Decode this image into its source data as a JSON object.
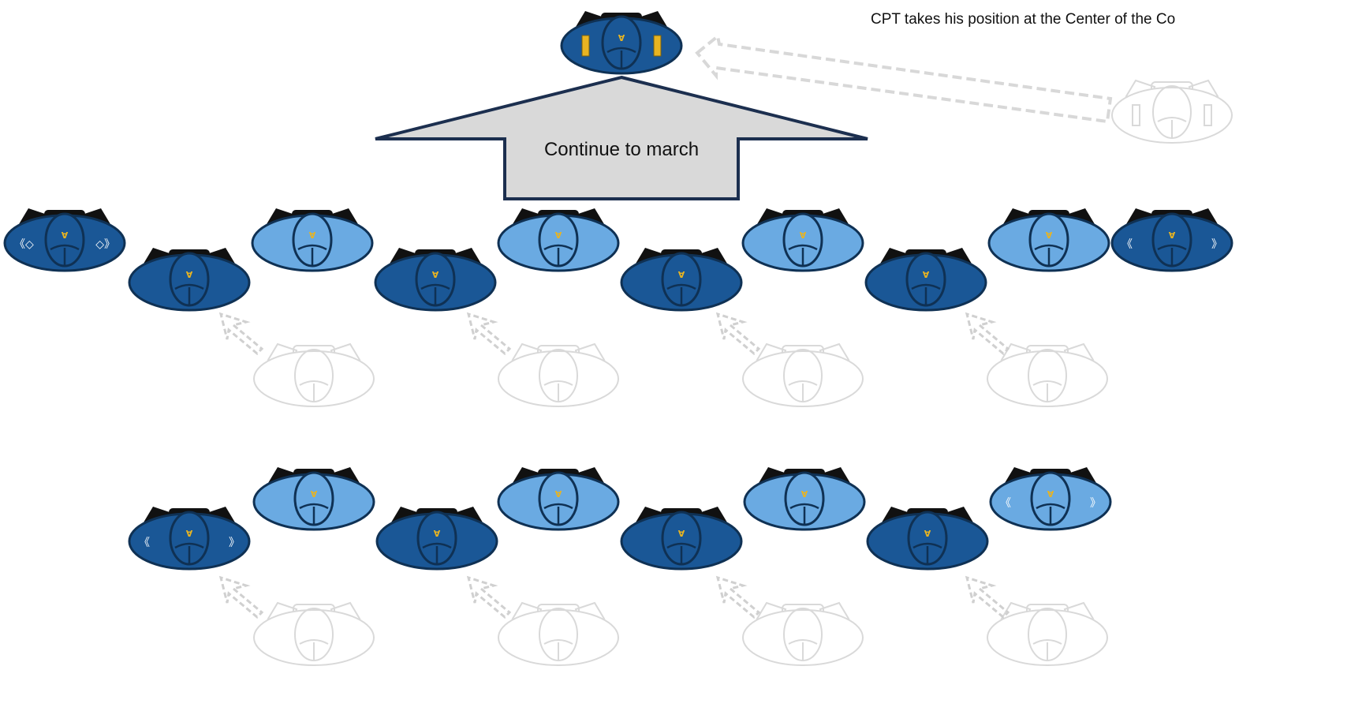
{
  "caption": "CPT takes his position at the Center of the Co",
  "main_arrow": {
    "label": "Continue to march",
    "direction": "up"
  },
  "colors": {
    "dark_blue": "#1a5796",
    "light_blue": "#6aaae2",
    "outline": "#0f3154",
    "shoulder_black": "#111111",
    "insignia_gold": "#e8b422",
    "ghost_outline": "#d9d9d9",
    "ghost_arrow": "#d0d0d0",
    "arrow_fill": "#d9d9d9",
    "arrow_stroke": "#1c2f4f"
  },
  "figures": {
    "captain": {
      "rank": "CPT",
      "fill": "dark",
      "bars": true
    },
    "captain_ghost": {
      "rank": "CPT",
      "bars": true
    },
    "row1": [
      {
        "fill": "dark",
        "insignia": "chevron-diamond",
        "role": "left guide"
      },
      {
        "fill": "dark"
      },
      {
        "fill": "light"
      },
      {
        "fill": "dark"
      },
      {
        "fill": "light"
      },
      {
        "fill": "dark"
      },
      {
        "fill": "light"
      },
      {
        "fill": "dark"
      },
      {
        "fill": "light"
      },
      {
        "fill": "dark",
        "insignia": "chevron",
        "role": "right guide"
      }
    ],
    "row1_ghosts": 4,
    "row2": [
      {
        "fill": "dark",
        "insignia": "chevron"
      },
      {
        "fill": "light"
      },
      {
        "fill": "dark"
      },
      {
        "fill": "light"
      },
      {
        "fill": "dark"
      },
      {
        "fill": "light"
      },
      {
        "fill": "dark"
      },
      {
        "fill": "light",
        "insignia": "chevron"
      }
    ],
    "row2_ghosts": 4
  }
}
